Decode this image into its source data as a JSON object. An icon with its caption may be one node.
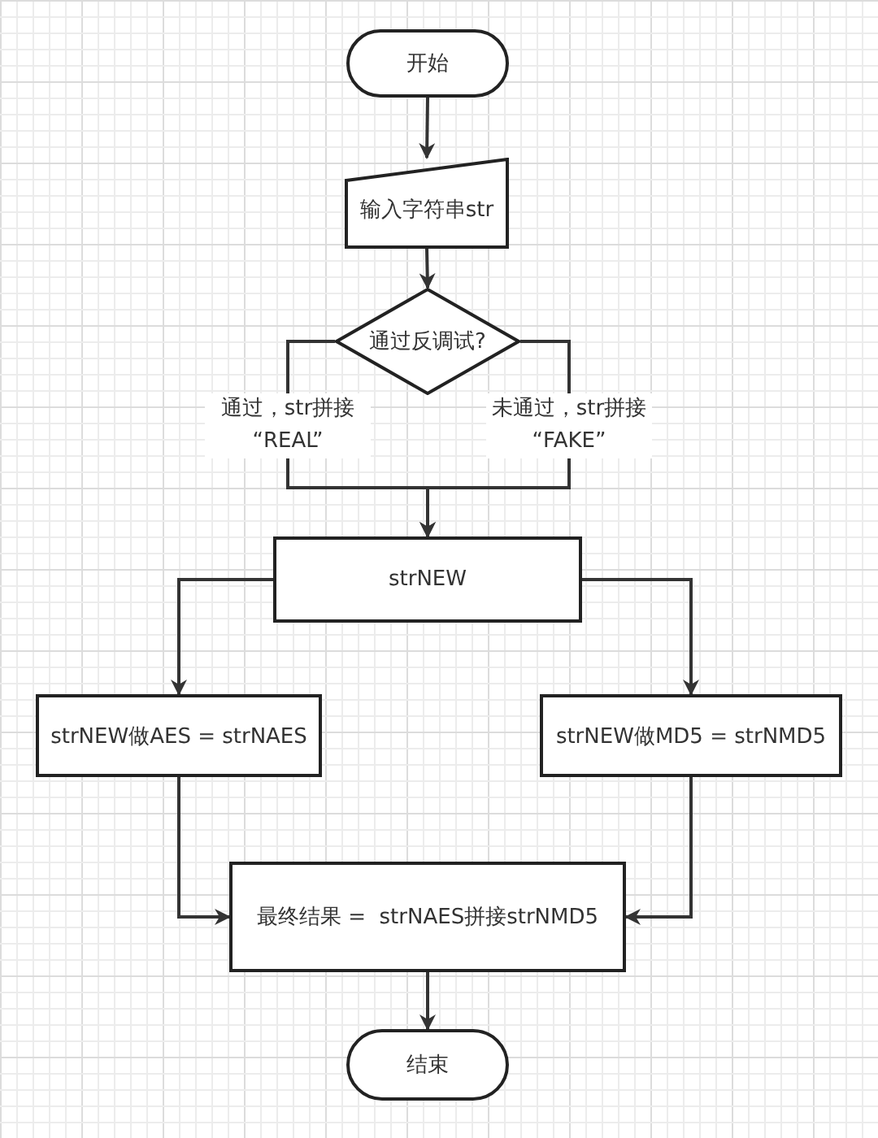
{
  "diagram": {
    "nodes": [
      {
        "text": [
          "开始"
        ]
      },
      {
        "text": [
          "输入字符串str"
        ]
      },
      {
        "text": [
          "通过反调试?"
        ]
      },
      {
        "text": [
          "strNEW"
        ]
      },
      {
        "text": [
          "strNEW做AES = strNAES"
        ]
      },
      {
        "text": [
          "strNEW做MD5 = strNMD5"
        ]
      },
      {
        "text": [
          "最终结果 =  strNAES拼接strNMD5"
        ]
      },
      {
        "text": [
          "结束"
        ]
      }
    ],
    "edges": [
      {
        "from": 0,
        "to": 1,
        "arrow": "to"
      },
      {
        "from": 1,
        "to": 2,
        "arrow": "to"
      },
      {
        "from": 2,
        "to": 3,
        "arrow": "to",
        "label": "通过，str拼接 “REAL”"
      },
      {
        "from": 2,
        "to": 3,
        "arrow": "to",
        "label": "未通过，str拼接 “FAKE”"
      },
      {
        "from": 3,
        "to": 4,
        "arrow": "to"
      },
      {
        "from": 3,
        "to": 5,
        "arrow": "to"
      },
      {
        "from": 4,
        "to": 6,
        "arrow": "to"
      },
      {
        "from": 5,
        "to": 6,
        "arrow": "to"
      },
      {
        "from": 6,
        "to": 7,
        "arrow": "to"
      }
    ]
  }
}
